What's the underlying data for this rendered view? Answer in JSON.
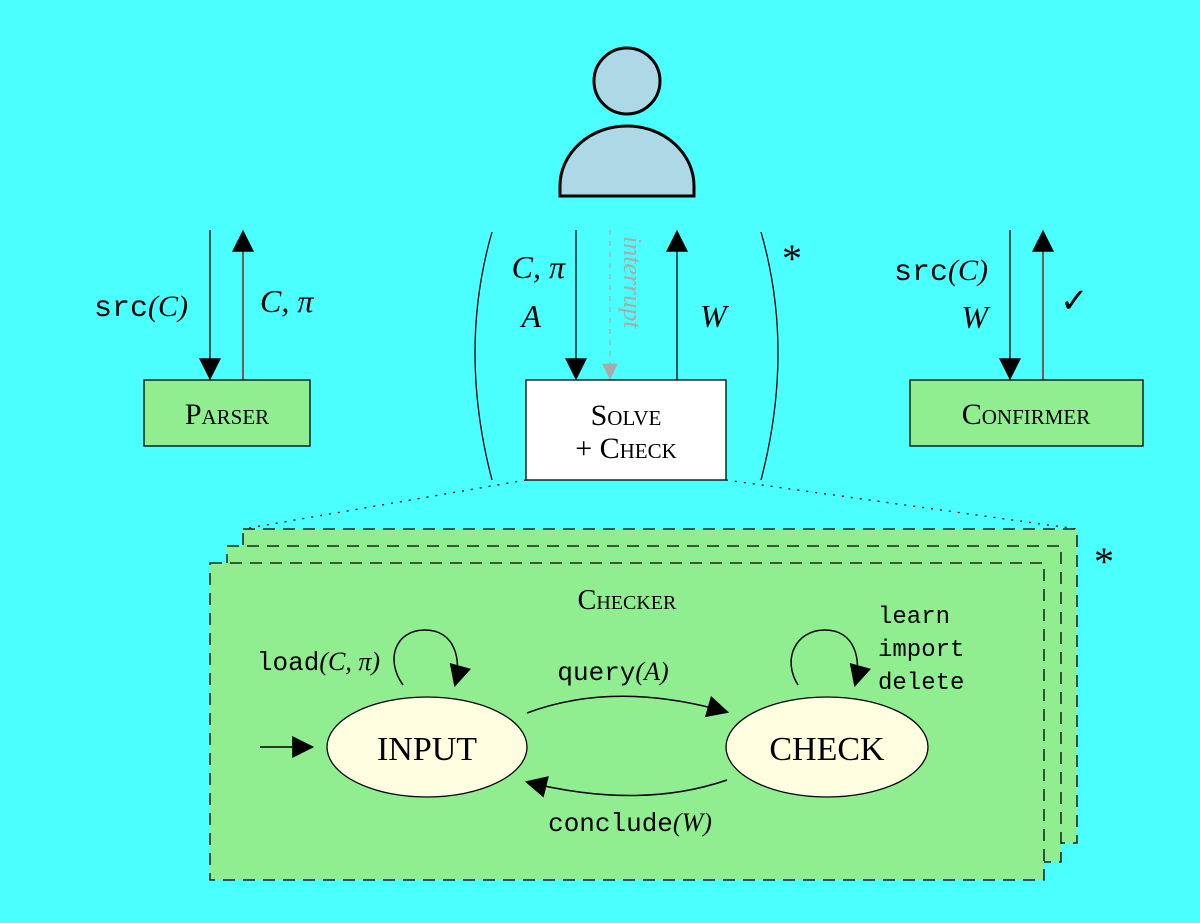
{
  "colors": {
    "background": "#4bffff",
    "module_fill": "#90ee90",
    "state_fill": "#fffde0",
    "user_fill": "#add8e6",
    "interrupt": "#aaaaaa"
  },
  "user": {
    "icon": "person-icon"
  },
  "parser": {
    "label": "Parser",
    "down_label_fn": "src",
    "down_label_arg": "(C)",
    "up_label": "C, π"
  },
  "solve": {
    "label_line1": "Solve",
    "label_line2": "+ Check",
    "down_label_1": "C, π",
    "down_label_2": "A",
    "interrupt_label": "interrupt",
    "up_label": "W",
    "repeat_mark": "*"
  },
  "confirmer": {
    "label": "Confirmer",
    "down_label_fn": "src",
    "down_label_arg": "(C)",
    "down_label_2": "W",
    "up_label": "✓"
  },
  "checker": {
    "title": "Checker",
    "repeat_mark": "*",
    "states": {
      "input": "INPUT",
      "check": "CHECK"
    },
    "transitions": {
      "load_fn": "load",
      "load_arg": "(C, π)",
      "query_fn": "query",
      "query_arg": "(A)",
      "conclude_fn": "conclude",
      "conclude_arg": "(W)",
      "check_self": [
        "learn",
        "import",
        "delete"
      ]
    }
  }
}
